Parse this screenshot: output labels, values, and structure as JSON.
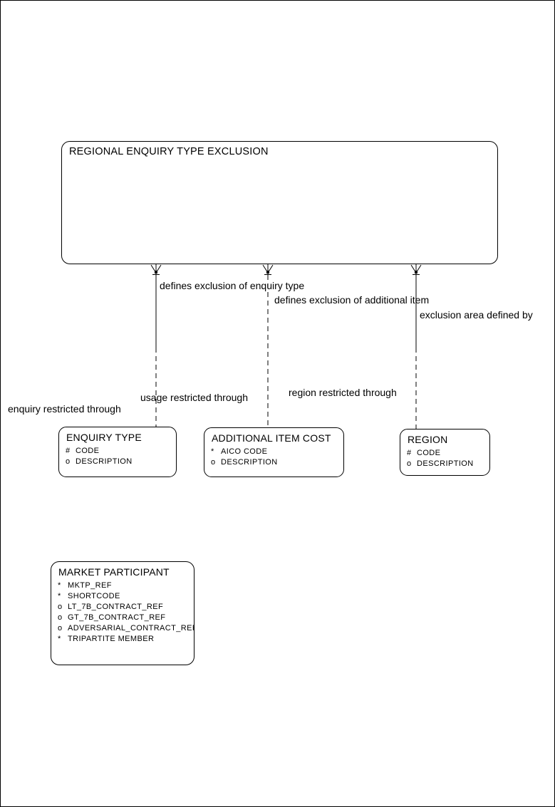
{
  "diagram_type": "entity-relationship-diagram",
  "colors": {
    "line": "#000000",
    "background": "#ffffff",
    "text": "#000000"
  },
  "entities": {
    "main": {
      "title": "REGIONAL ENQUIRY TYPE EXCLUSION",
      "attributes": []
    },
    "enquiry_type": {
      "title": "ENQUIRY TYPE",
      "attributes": [
        {
          "prefix": "#",
          "name": "CODE"
        },
        {
          "prefix": "o",
          "name": "DESCRIPTION"
        }
      ]
    },
    "additional_item_cost": {
      "title": "ADDITIONAL ITEM COST",
      "attributes": [
        {
          "prefix": "*",
          "name": "AICO CODE"
        },
        {
          "prefix": "o",
          "name": "DESCRIPTION"
        }
      ]
    },
    "region": {
      "title": "REGION",
      "attributes": [
        {
          "prefix": "#",
          "name": "CODE"
        },
        {
          "prefix": "o",
          "name": "DESCRIPTION"
        }
      ]
    },
    "market_participant": {
      "title": "MARKET PARTICIPANT",
      "attributes": [
        {
          "prefix": "*",
          "name": "MKTP_REF"
        },
        {
          "prefix": "*",
          "name": "SHORTCODE"
        },
        {
          "prefix": "o",
          "name": "LT_7B_CONTRACT_REF"
        },
        {
          "prefix": "o",
          "name": "GT_7B_CONTRACT_REF"
        },
        {
          "prefix": "o",
          "name": "ADVERSARIAL_CONTRACT_REF"
        },
        {
          "prefix": "*",
          "name": "TRIPARTITE MEMBER"
        }
      ]
    }
  },
  "relationships": {
    "top_labels": [
      {
        "text": "defines exclusion of enquiry type"
      },
      {
        "text": "defines exclusion of additional item"
      },
      {
        "text": "exclusion area defined by"
      }
    ],
    "bottom_labels": [
      {
        "text": "enquiry restricted through"
      },
      {
        "text": "usage restricted through"
      },
      {
        "text": "region restricted through"
      }
    ]
  }
}
